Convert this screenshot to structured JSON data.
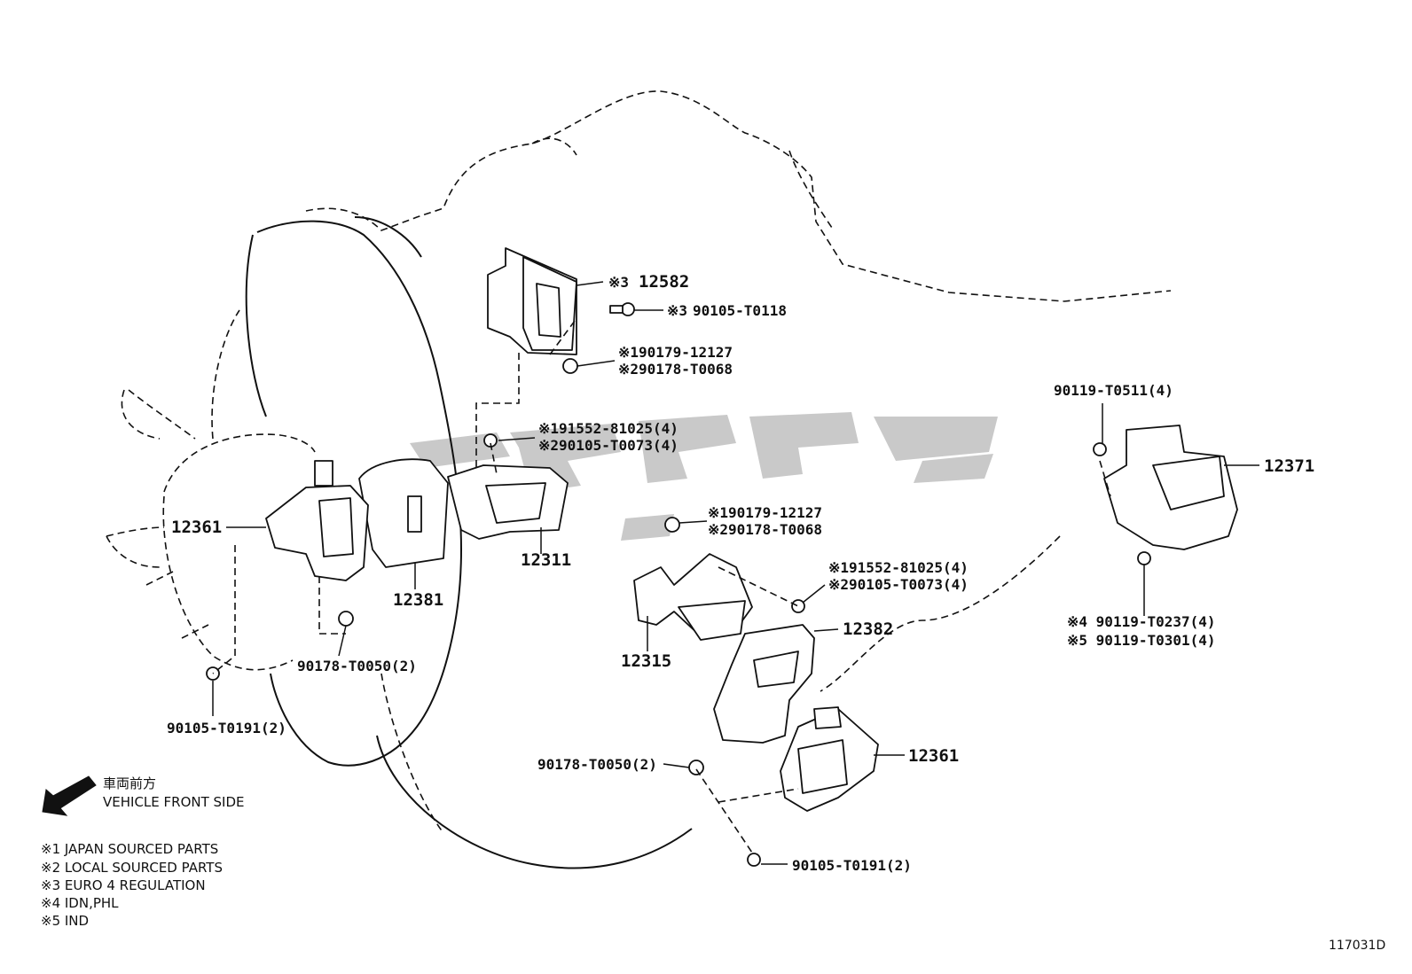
{
  "labels": {
    "p12582": "12582",
    "p12582_note": "※3",
    "b90105_T0118": "90105-T0118",
    "b90105_T0118_note": "※3",
    "n1_90179_12127": "※190179-12127",
    "n2_90178_T0068": "※290178-T0068",
    "w1_91552_81025": "※191552-81025(4)",
    "w2_90105_T0073": "※290105-T0073(4)",
    "b90119_T0511": "90119-T0511(4)",
    "p12371": "12371",
    "p12361_left": "12361",
    "p12381": "12381",
    "p12311": "12311",
    "n3_90179_12127": "※190179-12127",
    "n4_90178_T0068": "※290178-T0068",
    "w3_91552_81025": "※191552-81025(4)",
    "w4_90105_T0073": "※290105-T0073(4)",
    "b90119_T0237": "※4 90119-T0237(4)",
    "b90119_T0301": "※5 90119-T0301(4)",
    "p12382": "12382",
    "p12315": "12315",
    "n90178_T0050_left": "90178-T0050(2)",
    "b90105_T0191_left": "90105-T0191(2)",
    "n90178_T0050_right": "90178-T0050(2)",
    "p12361_right": "12361",
    "b90105_T0191_right": "90105-T0191(2)"
  },
  "direction": {
    "jp": "車両前方",
    "en": "VEHICLE FRONT SIDE",
    "icon": "arrow-down-left-icon"
  },
  "legend": [
    "※1 JAPAN SOURCED PARTS",
    "※2 LOCAL SOURCED PARTS",
    "※3 EURO 4 REGULATION",
    "※4 IDN,PHL",
    "※5 IND"
  ],
  "diagram_code": "117031D"
}
